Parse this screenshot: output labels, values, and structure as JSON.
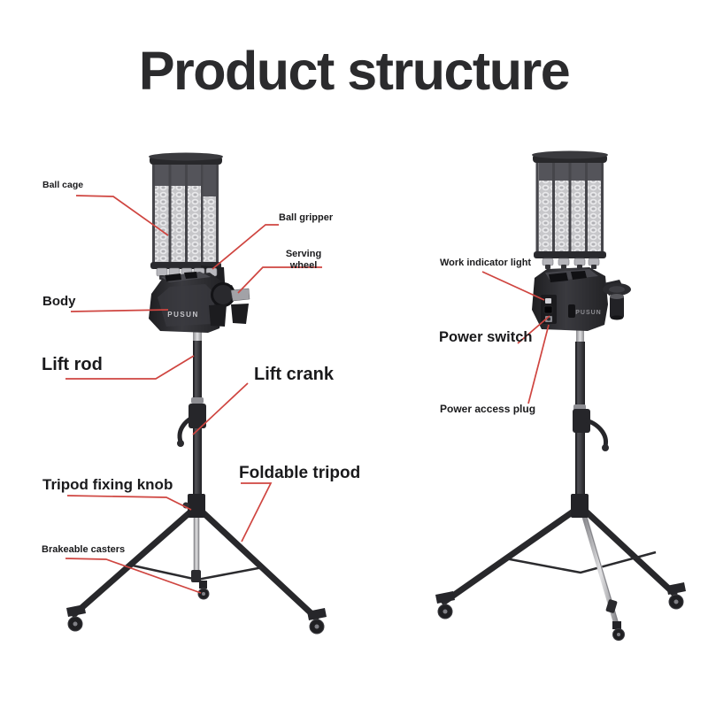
{
  "title": "Product structure",
  "brand": "PUSUN",
  "colors": {
    "background": "#ffffff",
    "title_ink": "#2b2b2d",
    "label_ink": "#1a1a1c",
    "callout_red": "#cf4540",
    "machine_dark": "#26262a",
    "cage_silver": "#d9d9db"
  },
  "left_view": {
    "labels": {
      "ball_cage": "Ball cage",
      "ball_gripper": "Ball gripper",
      "serving_wheel": "Serving wheel",
      "body": "Body",
      "lift_rod": "Lift rod",
      "lift_crank": "Lift crank",
      "tripod_fixing_knob": "Tripod fixing knob",
      "foldable_tripod": "Foldable tripod",
      "brakeable_casters": "Brakeable casters"
    }
  },
  "right_view": {
    "labels": {
      "work_indicator_light": "Work indicator light",
      "power_switch": "Power switch",
      "power_access_plug": "Power access plug"
    }
  }
}
